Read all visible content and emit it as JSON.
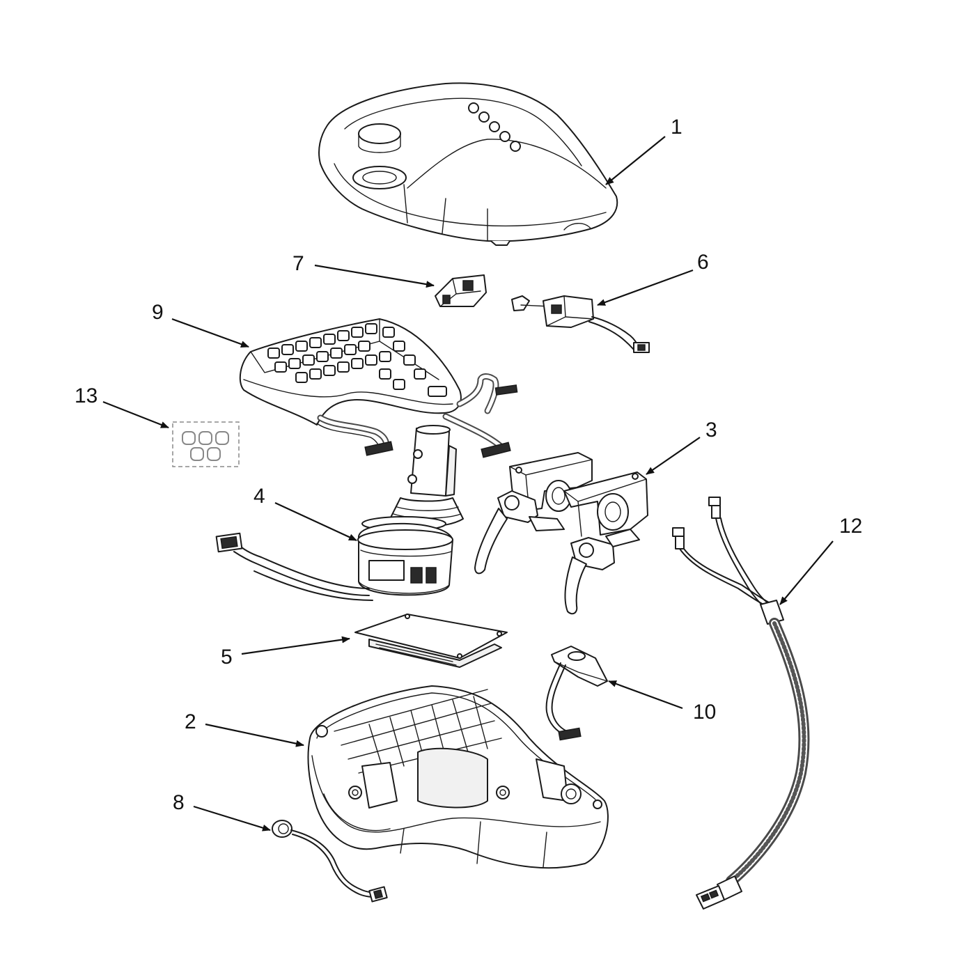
{
  "labels": {
    "p1": "1",
    "p2": "2",
    "p3": "3",
    "p4": "4",
    "p5": "5",
    "p6": "6",
    "p7": "7",
    "p8": "8",
    "p9": "9",
    "p10": "10",
    "p12": "12",
    "p13": "13"
  },
  "colors": {
    "line": "#1a1a1a",
    "background": "#ffffff",
    "dashed_outline": "#888888"
  }
}
